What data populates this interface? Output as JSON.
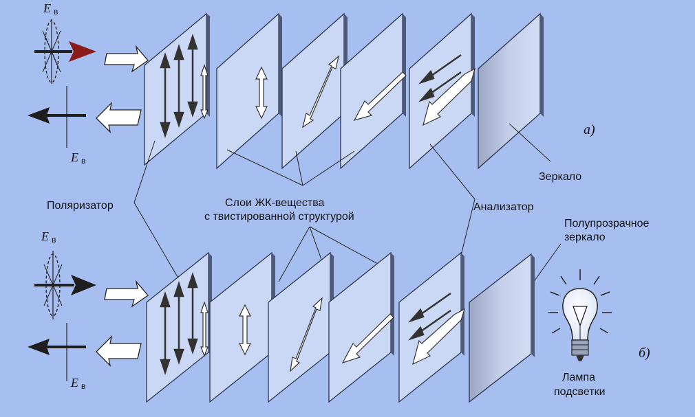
{
  "labels": {
    "polarizer": "Поляризатор",
    "lc_layers_line1": "Слои ЖК-вещества",
    "lc_layers_line2": "с твистированной структурой",
    "analyzer": "Анализатор",
    "mirror": "Зеркало",
    "semi_mirror_line1": "Полупрозрачное",
    "semi_mirror_line2": "зеркало",
    "lamp_line1": "Лампа",
    "lamp_line2": "подсветки",
    "case_a": "а)",
    "case_b": "б)",
    "field_symbol": "E",
    "field_subscript": "в"
  },
  "colors": {
    "background": "#a6bff0",
    "panel_front": "#cbd8f5",
    "panel_edge": "#2a3550",
    "arrow_red": "#8b1a1a",
    "arrow_dark": "#1e1e1e"
  }
}
